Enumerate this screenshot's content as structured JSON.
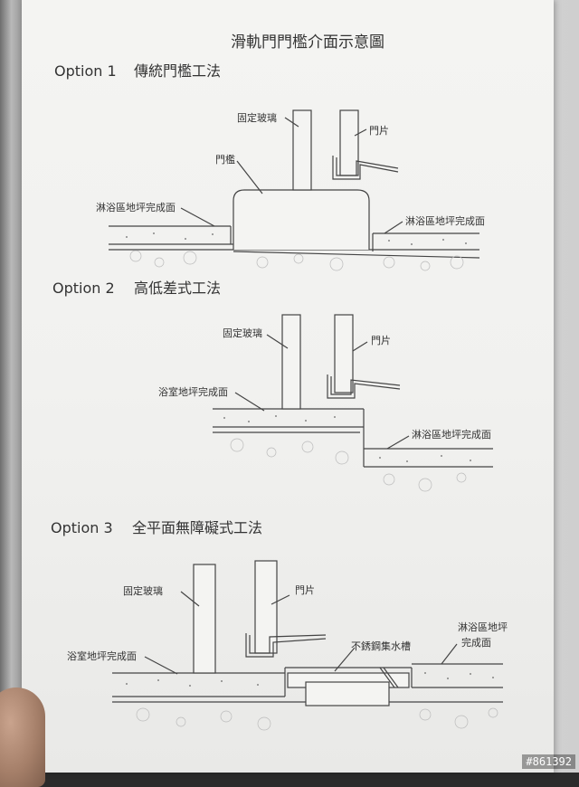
{
  "page": {
    "title": "滑軌門門檻介面示意圖",
    "watermark": "#861392"
  },
  "options": [
    {
      "heading_option": "Option 1",
      "heading_method": "傳統門檻工法",
      "labels": {
        "fixed_glass": "固定玻璃",
        "door_panel": "門片",
        "threshold": "門檻",
        "left_floor": "淋浴區地坪完成面",
        "right_floor": "淋浴區地坪完成面"
      }
    },
    {
      "heading_option": "Option 2",
      "heading_method": "高低差式工法",
      "labels": {
        "fixed_glass": "固定玻璃",
        "door_panel": "門片",
        "left_floor": "浴室地坪完成面",
        "right_floor": "淋浴區地坪完成面"
      }
    },
    {
      "heading_option": "Option 3",
      "heading_method": "全平面無障礙式工法",
      "labels": {
        "fixed_glass": "固定玻璃",
        "door_panel": "門片",
        "left_floor": "浴室地坪完成面",
        "drain_channel": "不銹鋼集水槽",
        "right_floor_line1": "淋浴區地坪",
        "right_floor_line2": "完成面"
      }
    }
  ]
}
